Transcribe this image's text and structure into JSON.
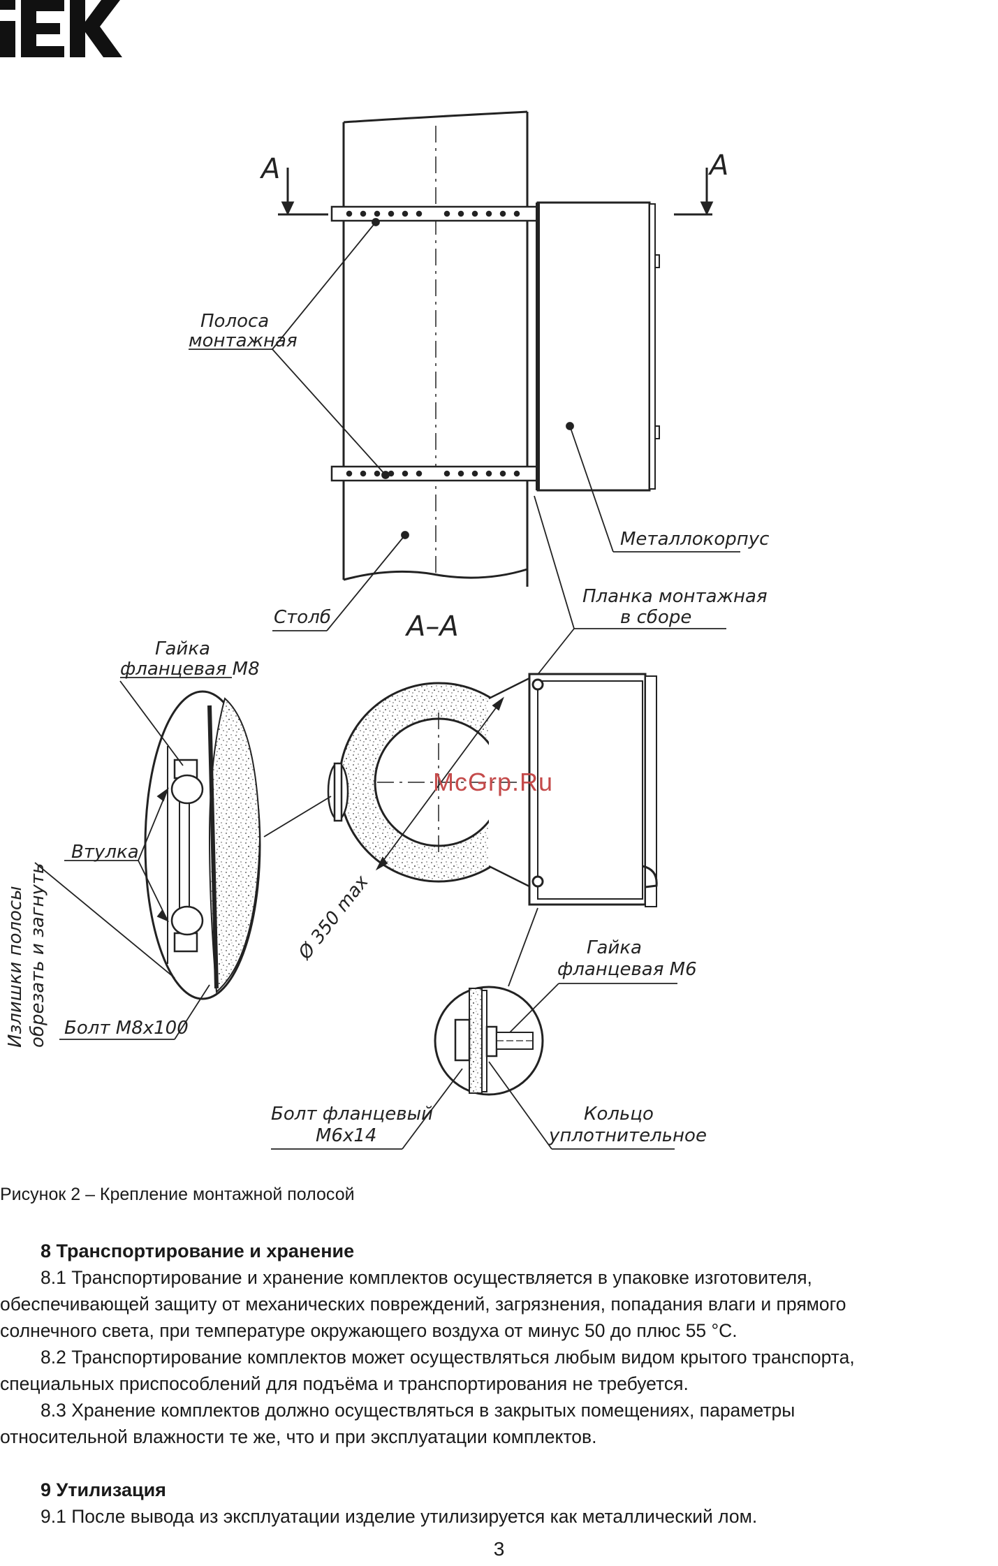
{
  "header": {
    "logo_text": "IEK"
  },
  "figure": {
    "labels": {
      "section_a_left": "А",
      "section_a_right": "А",
      "polosa_line1": "Полоса",
      "polosa_line2": "монтажная",
      "metallokorpus": "Металлокорпус",
      "planka_line1": "Планка монтажная",
      "planka_line2": "в сборе",
      "stolb": "Столб",
      "section_aa": "А–А",
      "gaika_m8_line1": "Гайка",
      "gaika_m8_line2": "фланцевая М8",
      "vtulka": "Втулка",
      "izlishki_line1": "Излишки полосы",
      "izlishki_line2": "обрезать и загнуть",
      "bolt_m8": "Болт М8х100",
      "diameter": "Ø 350 max",
      "gaika_m6_line1": "Гайка",
      "gaika_m6_line2": "фланцевая М6",
      "bolt_m6_line1": "Болт фланцевый",
      "bolt_m6_line2": "М6х14",
      "koltso_line1": "Кольцо",
      "koltso_line2": "уплотнительное",
      "watermark": "McGrp.Ru"
    },
    "caption": "Рисунок 2 – Крепление монтажной полосой"
  },
  "sections": [
    {
      "heading": "8  Транспортирование и хранение",
      "paragraphs": [
        [
          "8.1  Транспортирование и хранение комплектов осуществляется в упаковке изготовителя,",
          "обеспечивающей защиту от механических повреждений, загрязнения, попадания влаги и прямого",
          "солнечного света, при температуре окружающего воздуха от минус 50 до плюс 55 °С."
        ],
        [
          "8.2  Транспортирование комплектов может осуществляться любым видом крытого транспорта,",
          "специальных приспособлений для подъёма и транспортирования не требуется."
        ],
        [
          "8.3  Хранение комплектов должно осуществляться в закрытых помещениях, параметры",
          "относительной влажности те же, что и при эксплуатации комплектов."
        ]
      ]
    },
    {
      "heading": "9  Утилизация",
      "paragraphs": [
        [
          "9.1  После вывода из эксплуатации изделие утилизируется как металлический лом."
        ]
      ]
    }
  ],
  "page_number": "3"
}
